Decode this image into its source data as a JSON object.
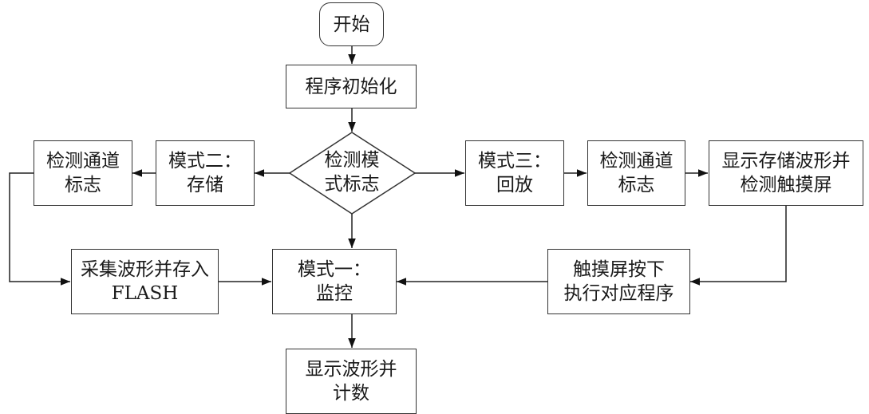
{
  "flowchart": {
    "start": {
      "label": "开始"
    },
    "init": {
      "label": "程序初始化"
    },
    "decision": {
      "lines": [
        "检测模",
        "式标志"
      ]
    },
    "mode2": {
      "lines": [
        "模式二：",
        "存储"
      ]
    },
    "channel_left": {
      "lines": [
        "检测通道",
        "标志"
      ]
    },
    "mode3": {
      "lines": [
        "模式三：",
        "回放"
      ]
    },
    "channel_right": {
      "lines": [
        "检测通道",
        "标志"
      ]
    },
    "show_stored": {
      "lines": [
        "显示存储波形并",
        "检测触摸屏"
      ]
    },
    "collect": {
      "lines": [
        "采集波形并存入",
        "FLASH"
      ]
    },
    "mode1": {
      "lines": [
        "模式一：",
        "监控"
      ]
    },
    "touch": {
      "lines": [
        "触摸屏按下",
        "执行对应程序"
      ]
    },
    "display": {
      "lines": [
        "显示波形并",
        "计数"
      ]
    }
  },
  "colors": {
    "stroke": "#333333",
    "background": "#ffffff",
    "text": "#1a1a1a"
  }
}
